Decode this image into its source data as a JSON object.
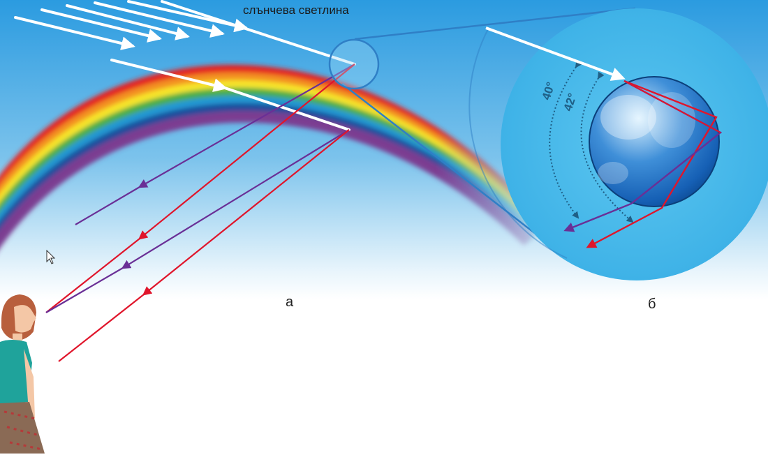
{
  "labels": {
    "sunlight": "слънчева светлина",
    "panel_a": "а",
    "panel_b": "б",
    "angle_violet": "40°",
    "angle_red": "42°"
  },
  "colors": {
    "sky_top": "#2b9be0",
    "sky_bottom": "#ffffff",
    "zoom_circle": "#4bbbe8",
    "ray_violet": "#6a2f96",
    "ray_red": "#e0152b",
    "sun_ray": "#ffffff"
  },
  "rainbow_bands": [
    "#e52421",
    "#f39121",
    "#f7e52a",
    "#4cae47",
    "#2398d3",
    "#1e4e9c",
    "#7b3d91"
  ],
  "icons": [
    "cursor-icon",
    "observer-figure",
    "water-drop"
  ]
}
